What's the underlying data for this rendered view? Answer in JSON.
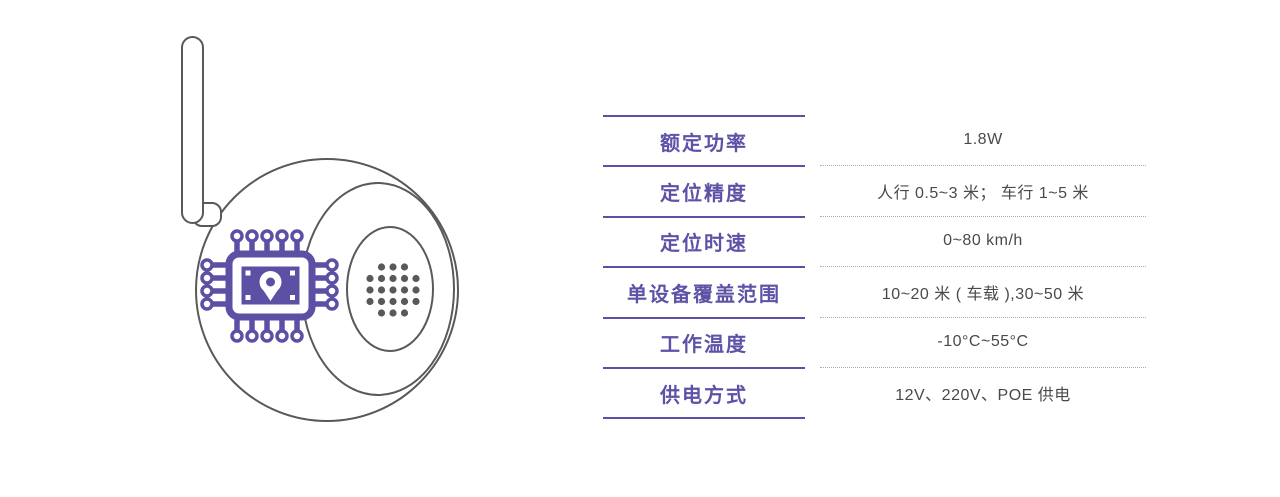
{
  "colors": {
    "purple": "#5B50A4",
    "outline_gray": "#58595B",
    "value_text": "#4A4A4A",
    "dotted_separator": "#ADADAD"
  },
  "device": {
    "description": "outline illustration of a dome surveillance device with antenna, speaker grille and GPS chip",
    "icons": [
      "antenna-icon",
      "speaker-grille-icon",
      "gps-chip-icon",
      "location-pin-icon"
    ]
  },
  "spec_table": {
    "rows": [
      {
        "label": "额定功率",
        "value": "1.8W"
      },
      {
        "label": "定位精度",
        "value": "人行 0.5~3 米； 车行 1~5 米"
      },
      {
        "label": "定位时速",
        "value": "0~80 km/h"
      },
      {
        "label": "单设备覆盖范围",
        "value": "10~20 米 ( 车载 ),30~50 米"
      },
      {
        "label": "工作温度",
        "value": "-10°C~55°C"
      },
      {
        "label": "供电方式",
        "value": "12V、220V、POE 供电"
      }
    ]
  }
}
